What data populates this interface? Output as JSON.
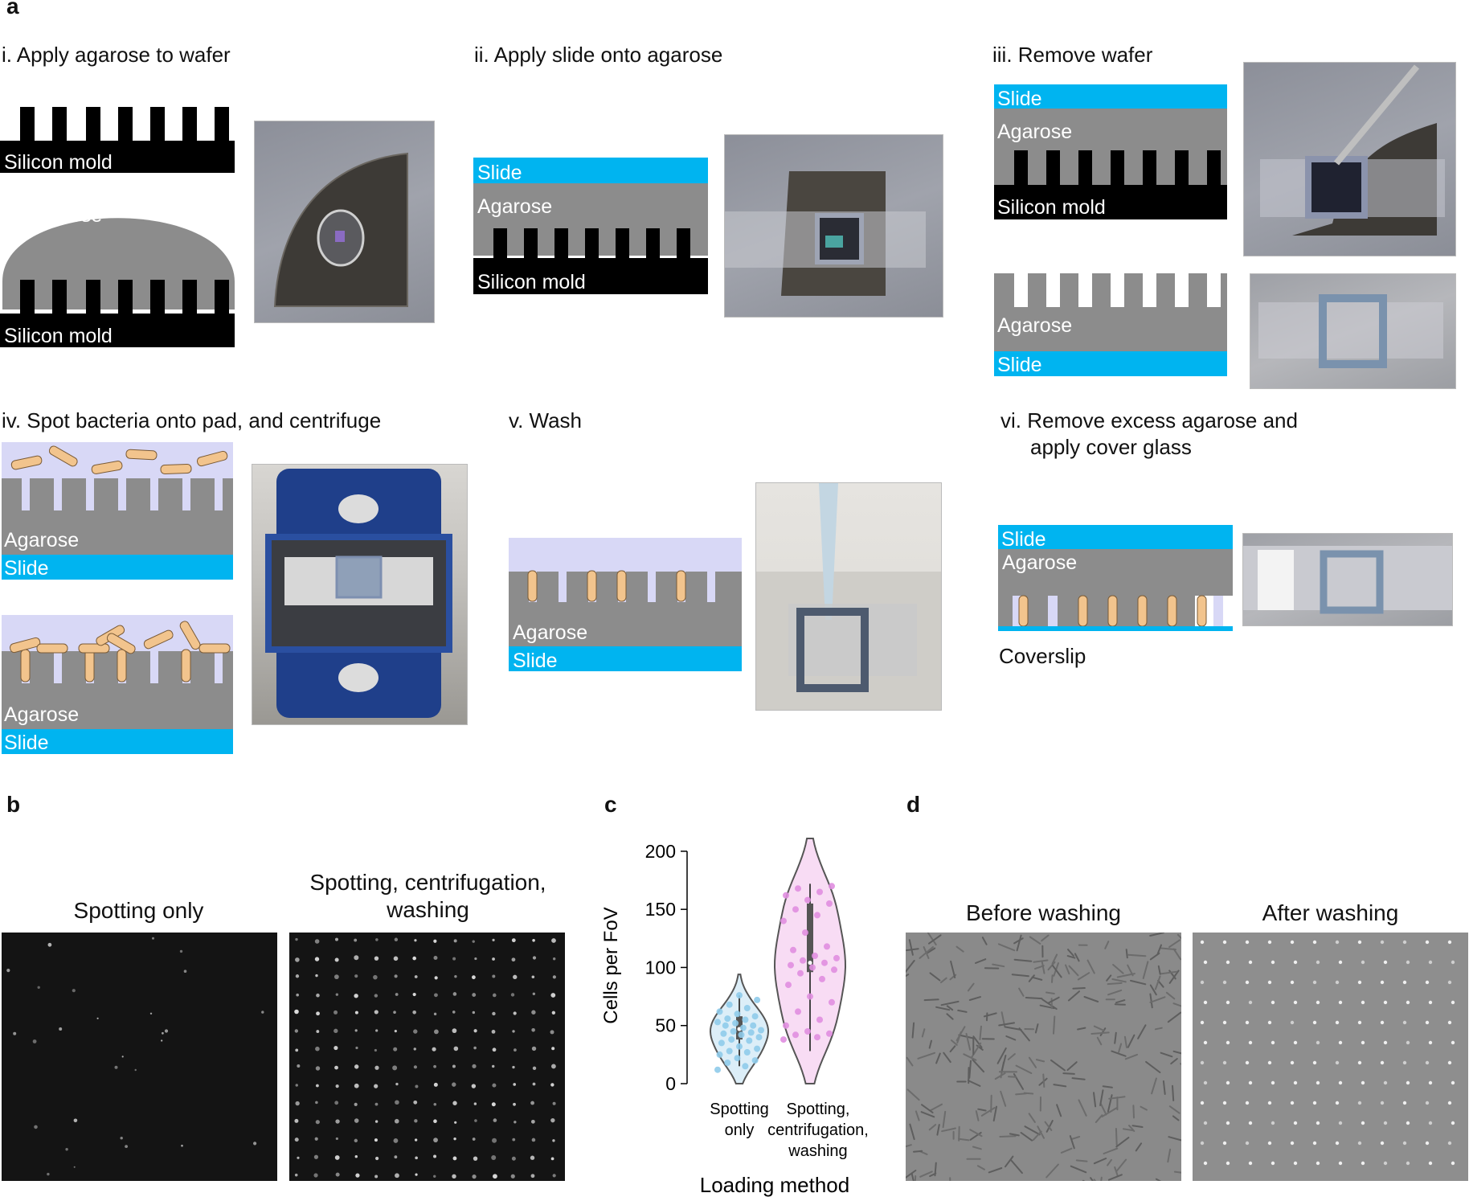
{
  "panels": {
    "a": "a",
    "b": "b",
    "c": "c",
    "d": "d"
  },
  "steps": {
    "i": "i. Apply agarose to wafer",
    "ii": "ii. Apply slide onto agarose",
    "iii": "iii. Remove wafer",
    "iv": "iv. Spot bacteria onto pad, and centrifuge",
    "v": "v. Wash",
    "vi_line1": "vi. Remove excess agarose and",
    "vi_line2": "apply cover glass"
  },
  "labels": {
    "silicon_mold": "Silicon mold",
    "agarose": "Agarose",
    "slide": "Slide",
    "coverslip": "Coverslip"
  },
  "panel_b": {
    "left_title": "Spotting only",
    "right_title_line1": "Spotting, centrifugation,",
    "right_title_line2": "washing"
  },
  "panel_d": {
    "left_title": "Before washing",
    "right_title": "After washing"
  },
  "colors": {
    "slide": "#00b4f0",
    "agarose": "#8c8c8c",
    "mold": "#000000",
    "medium": "#d8d8f6",
    "bacteria": "#f2c48d",
    "bacteria_outline": "#7a5a35",
    "violin_blue_fill": "#dceef8",
    "violin_blue_points": "#8fcbea",
    "violin_pink_fill": "#f8dcf4",
    "violin_pink_points": "#e08ee0"
  },
  "chart_data": {
    "type": "violin",
    "ylabel": "Cells per FoV",
    "xlabel": "Loading method",
    "ylim": [
      0,
      220
    ],
    "yticks": [
      0,
      50,
      100,
      150,
      200
    ],
    "categories": [
      {
        "line1": "Spotting",
        "line2": "only",
        "line3": ""
      },
      {
        "line1": "Spotting,",
        "line2": "centrifugation,",
        "line3": "washing"
      }
    ],
    "series": [
      {
        "violin_min": 0,
        "violin_max": 94,
        "q1": 38,
        "median": 47,
        "q3": 58,
        "whisker_low": 15,
        "whisker_high": 76,
        "values": [
          12,
          15,
          18,
          20,
          22,
          25,
          27,
          28,
          30,
          32,
          35,
          37,
          38,
          40,
          42,
          43,
          44,
          45,
          46,
          48,
          50,
          50,
          52,
          53,
          55,
          56,
          58,
          60,
          62,
          65,
          68,
          72,
          76
        ]
      },
      {
        "violin_min": 0,
        "violin_max": 211,
        "q1": 96,
        "median": 104,
        "q3": 155,
        "whisker_low": 28,
        "whisker_high": 172,
        "values": [
          38,
          40,
          42,
          43,
          45,
          50,
          55,
          62,
          70,
          75,
          85,
          90,
          95,
          98,
          100,
          102,
          104,
          106,
          108,
          110,
          115,
          118,
          130,
          140,
          145,
          150,
          155,
          158,
          162,
          165,
          168,
          170
        ]
      }
    ]
  }
}
